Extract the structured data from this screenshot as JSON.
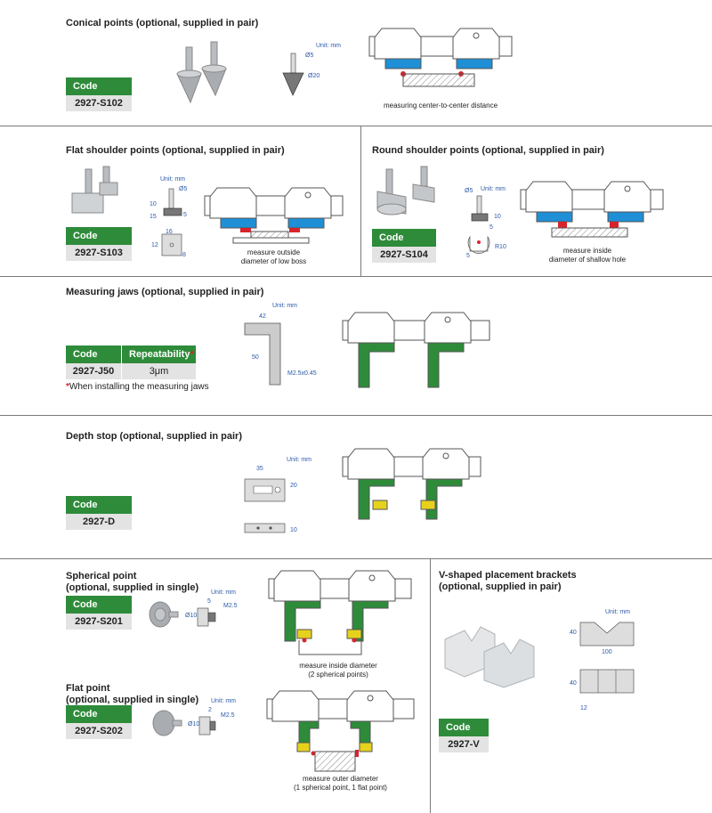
{
  "conical": {
    "title": "Conical points (optional, supplied in pair)",
    "code_header": "Code",
    "code": "2927-S102",
    "unit": "Unit: mm",
    "dim_a": "Ø5",
    "dim_b": "Ø20",
    "caption": "measuring center-to-center distance"
  },
  "flat_shoulder": {
    "title": "Flat shoulder points (optional, supplied in pair)",
    "code_header": "Code",
    "code": "2927-S103",
    "unit": "Unit: mm",
    "dim_a": "Ø5",
    "dim_b": "10",
    "dim_c": "15",
    "dim_d": "5",
    "dim_e": "16",
    "dim_f": "12",
    "dim_g": "8",
    "caption_1": "measure outside",
    "caption_2": "diameter of low boss"
  },
  "round_shoulder": {
    "title": "Round shoulder points (optional, supplied in pair)",
    "code_header": "Code",
    "code": "2927-S104",
    "unit": "Unit: mm",
    "dim_a": "Ø5",
    "dim_b": "10",
    "dim_c": "5",
    "dim_d": "R10",
    "dim_e": "5",
    "caption_1": "measure inside",
    "caption_2": "diameter of shallow hole"
  },
  "jaws": {
    "title": "Measuring jaws (optional, supplied in pair)",
    "code_header": "Code",
    "repeat_header": "Repeatability",
    "star": "*",
    "code": "2927-J50",
    "repeatability": "3μm",
    "note": "When installing the measuring jaws",
    "unit": "Unit: mm",
    "dim_a": "42",
    "dim_b": "50",
    "dim_c": "M2.5x0.45"
  },
  "depth": {
    "title": "Depth stop (optional, supplied in pair)",
    "code_header": "Code",
    "code": "2927-D",
    "unit": "Unit: mm",
    "dim_a": "35",
    "dim_b": "20",
    "dim_c": "10"
  },
  "spherical": {
    "title_1": "Spherical point",
    "title_2": "(optional, supplied in single)",
    "code_header": "Code",
    "code": "2927-S201",
    "unit": "Unit: mm",
    "dim_a": "5",
    "dim_b": "M2.5",
    "dim_c": "Ø10",
    "caption_1": "measure inside diameter",
    "caption_2": "(2 spherical points)"
  },
  "flat_point": {
    "title_1": "Flat point",
    "title_2": "(optional, supplied in single)",
    "code_header": "Code",
    "code": "2927-S202",
    "unit": "Unit: mm",
    "dim_a": "2",
    "dim_b": "M2.5",
    "dim_c": "Ø10",
    "caption_1": "measure outer diameter",
    "caption_2": "(1 spherical point, 1 flat point)"
  },
  "vbracket": {
    "title_1": "V-shaped placement brackets",
    "title_2": "(optional, supplied in pair)",
    "code_header": "Code",
    "code": "2927-V",
    "unit": "Unit: mm",
    "dim_a": "40",
    "dim_b": "100",
    "dim_c": "40",
    "dim_d": "12"
  },
  "colors": {
    "green": "#2e8b3a",
    "blue": "#1f8fd6",
    "red": "#d9232a",
    "yellow": "#e6d21c"
  }
}
